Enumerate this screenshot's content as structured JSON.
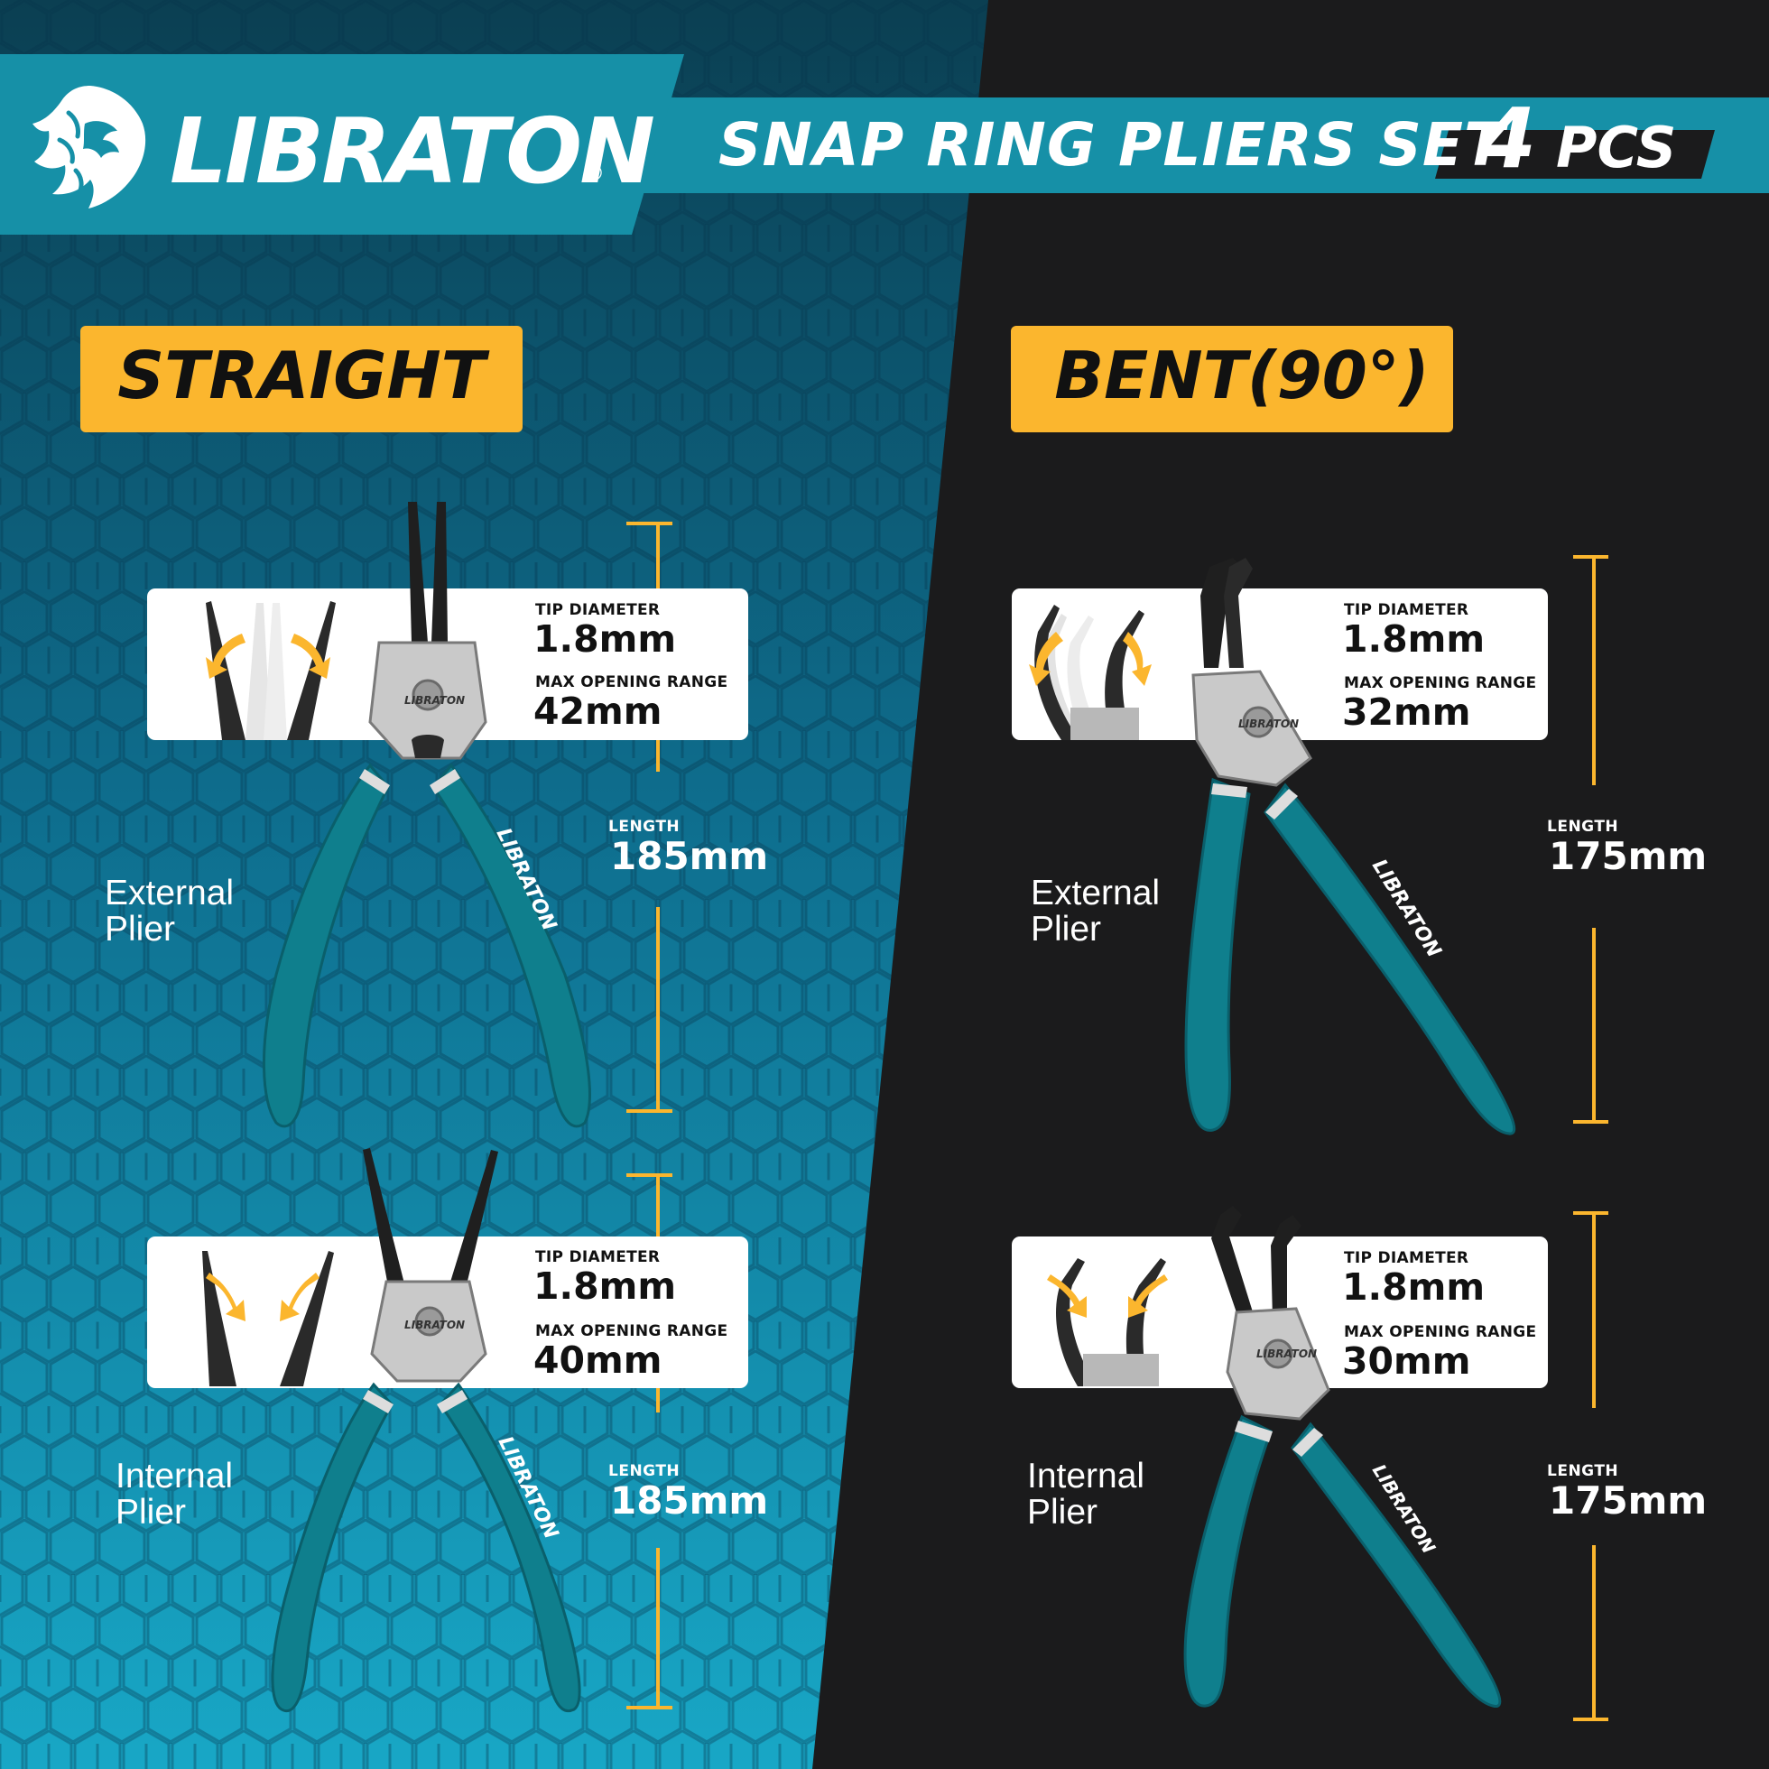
{
  "header": {
    "brand": "LIBRATON",
    "registered_mark": "®",
    "product_title": "SNAP RING PLIERS SET",
    "count_number": "4",
    "count_unit": "PCS"
  },
  "sections": {
    "straight_label": "STRAIGHT",
    "bent_label": "BENT(90°)"
  },
  "panels": {
    "straight_external": {
      "type_line1": "External",
      "type_line2": "Plier",
      "tip_label": "TIP DIAMETER",
      "tip_value": "1.8mm",
      "range_label": "MAX OPENING RANGE",
      "range_value": "42mm",
      "length_label": "LENGTH",
      "length_value": "185mm"
    },
    "straight_internal": {
      "type_line1": "Internal",
      "type_line2": "Plier",
      "tip_label": "TIP DIAMETER",
      "tip_value": "1.8mm",
      "range_label": "MAX OPENING RANGE",
      "range_value": "40mm",
      "length_label": "LENGTH",
      "length_value": "185mm"
    },
    "bent_external": {
      "type_line1": "External",
      "type_line2": "Plier",
      "tip_label": "TIP DIAMETER",
      "tip_value": "1.8mm",
      "range_label": "MAX OPENING RANGE",
      "range_value": "32mm",
      "length_label": "LENGTH",
      "length_value": "175mm"
    },
    "bent_internal": {
      "type_line1": "Internal",
      "type_line2": "Plier",
      "tip_label": "TIP DIAMETER",
      "tip_value": "1.8mm",
      "range_label": "MAX OPENING RANGE",
      "range_value": "30mm",
      "length_label": "LENGTH",
      "length_value": "175mm"
    }
  },
  "handle_imprint": "LIBRATON",
  "colors": {
    "teal_banner": "#1690a7",
    "teal_panel": "#138fae",
    "dark_panel": "#1b1b1c",
    "yellow_accent": "#fbb62e",
    "handle_teal": "#0f7f8d",
    "white": "#ffffff"
  },
  "icons": {
    "logo": "lion-head-icon",
    "open_arrows": "outward-arrows-icon",
    "close_arrows": "inward-arrows-icon"
  }
}
